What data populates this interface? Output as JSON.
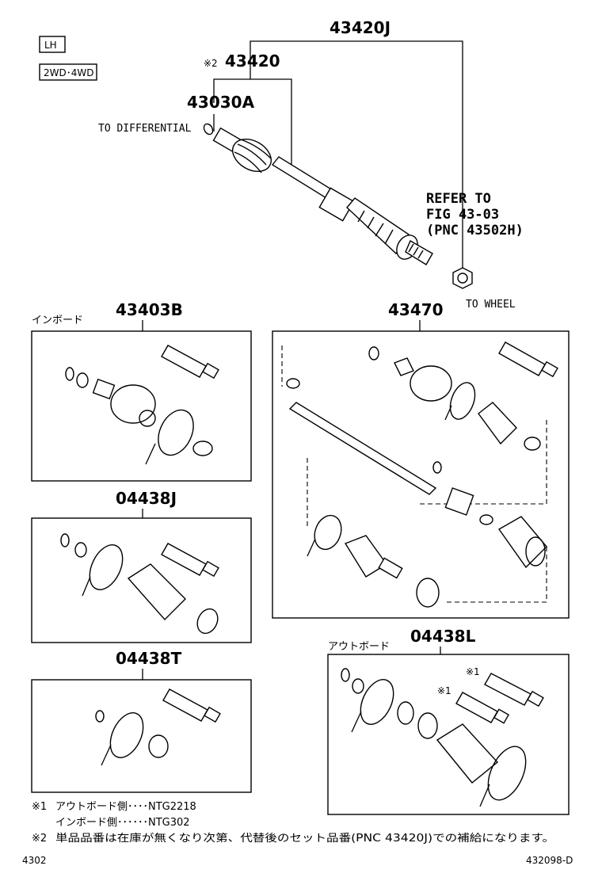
{
  "header": {
    "tag_lh": "LH",
    "tag_drive": "2WD･4WD"
  },
  "callouts": {
    "assembly_main": "43420J",
    "shaft_mark": "※2",
    "shaft_pnc": "43420",
    "inner_joint_pnc": "43030A",
    "to_differential": "TO DIFFERENTIAL",
    "to_wheel": "TO WHEEL",
    "refer_line1": "REFER TO",
    "refer_line2": "FIG 43-03",
    "refer_line3": "(PNC 43502H)"
  },
  "kits": {
    "inboard_label": "インボード",
    "inboard_pnc": "43403B",
    "boot_kit_j": "04438J",
    "boot_kit_t": "04438T",
    "shaft_kit": "43470",
    "outboard_label": "アウトボード",
    "boot_kit_l": "04438L",
    "mark1a": "※1",
    "mark1b": "※1"
  },
  "footnotes": {
    "note1_mark": "※1",
    "note1_line1": "アウトボード側････NTG2218",
    "note1_line2": "インボード側･･････NTG302",
    "note2_mark": "※2",
    "note2_text": "単品品番は在庫が無くなり次第、代替後のセット品番(PNC 43420J)での補給になります。"
  },
  "footer": {
    "page_code": "4302",
    "figure_id": "432098-D"
  },
  "icons": [
    "grease-tube-icon",
    "boot-band-icon",
    "snap-ring-icon",
    "boot-icon",
    "joint-icon",
    "hub-nut-icon"
  ]
}
